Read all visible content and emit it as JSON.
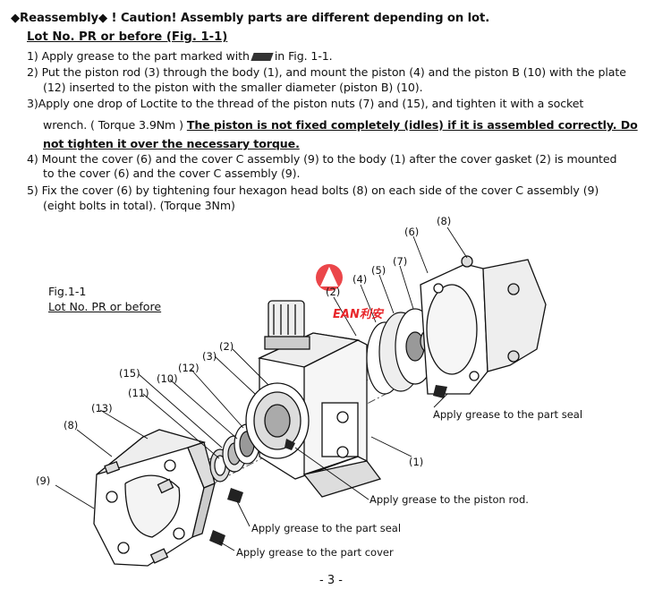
{
  "heading": {
    "diamond_left": "◆",
    "word": "Reassembly",
    "diamond_right": "◆",
    "caution": " ! Caution! Assembly parts are different depending on lot."
  },
  "lot_title": "Lot No. PR or before (Fig. 1-1)",
  "steps": {
    "s1a": "1) Apply grease to the part marked with",
    "s1b": "in Fig. 1-1.",
    "s2_line1": "2) Put the piston rod (3) through the body (1), and mount the piston (4) and the piston B (10) with the plate",
    "s2_line2": "(12) inserted to the piston with the smaller diameter (piston B) (10).",
    "s3_line1": "3)Apply one drop of Loctite to the thread of the piston nuts (7) and (15), and tighten it with a socket",
    "s3_line2a": "wrench. ( Torque 3.9Nm )",
    "s3_line2b": "The piston is not fixed completely (idles) if it is assembled correctly. Do",
    "s3_line3": "not tighten it over the necessary torque.",
    "s4_line1": "4) Mount the cover (6) and the cover C assembly (9) to the body (1) after the cover gasket (2) is mounted",
    "s4_line2": "to the cover (6) and the cover C assembly (9).",
    "s5_line1": "5) Fix the cover (6) by tightening four hexagon head bolts (8) on each side of the cover C assembly (9)",
    "s5_line2": "(eight bolts in total). (Torque 3Nm)"
  },
  "figure": {
    "caption": "Fig.1-1",
    "lot": "Lot No. PR or before",
    "callouts": {
      "c8_top": "(8)",
      "c6": "(6)",
      "c7": "(7)",
      "c5": "(5)",
      "c4": "(4)",
      "c2_top": "(2)",
      "c3": "(3)",
      "c2_left": "(2)",
      "c12": "(12)",
      "c15": "(15)",
      "c10": "(10)",
      "c11": "(11)",
      "c13": "(13)",
      "c8_left": "(8)",
      "c9": "(9)",
      "c1": "(1)"
    },
    "notes": {
      "seal_right": "Apply grease to the part seal",
      "piston_rod": "Apply grease to the piston rod.",
      "seal_bottom": "Apply grease to the part seal",
      "cover": "Apply grease to the part cover"
    },
    "watermark": "EAN利安",
    "accent_color": "#e8262a"
  },
  "page_number": "- 3 -"
}
